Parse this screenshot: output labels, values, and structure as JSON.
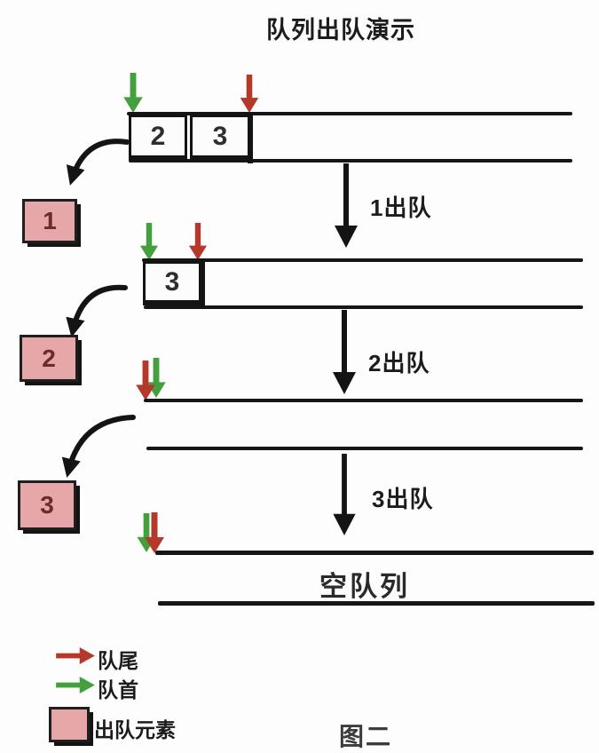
{
  "title": "队列出队演示",
  "caption": "图二",
  "queue_states": [
    {
      "name": "initial",
      "items": [
        "2",
        "3"
      ]
    },
    {
      "name": "after-first-dequeue",
      "items": [
        "3"
      ]
    },
    {
      "name": "after-second-dequeue",
      "items": []
    },
    {
      "name": "final-empty",
      "items": [],
      "label": "空队列"
    }
  ],
  "transitions": [
    {
      "label": "1出队"
    },
    {
      "label": "2出队"
    },
    {
      "label": "3出队"
    }
  ],
  "dequeued": [
    {
      "value": "1"
    },
    {
      "value": "2"
    },
    {
      "value": "3"
    }
  ],
  "legend": {
    "rear": "队尾",
    "front": "队首",
    "dequeued_element": "出队元素"
  },
  "colors": {
    "front_arrow_green": "#43a03c",
    "rear_arrow_red": "#b5392b",
    "dequeued_fill_pink": "#e5a7a7",
    "ink": "#161616"
  }
}
